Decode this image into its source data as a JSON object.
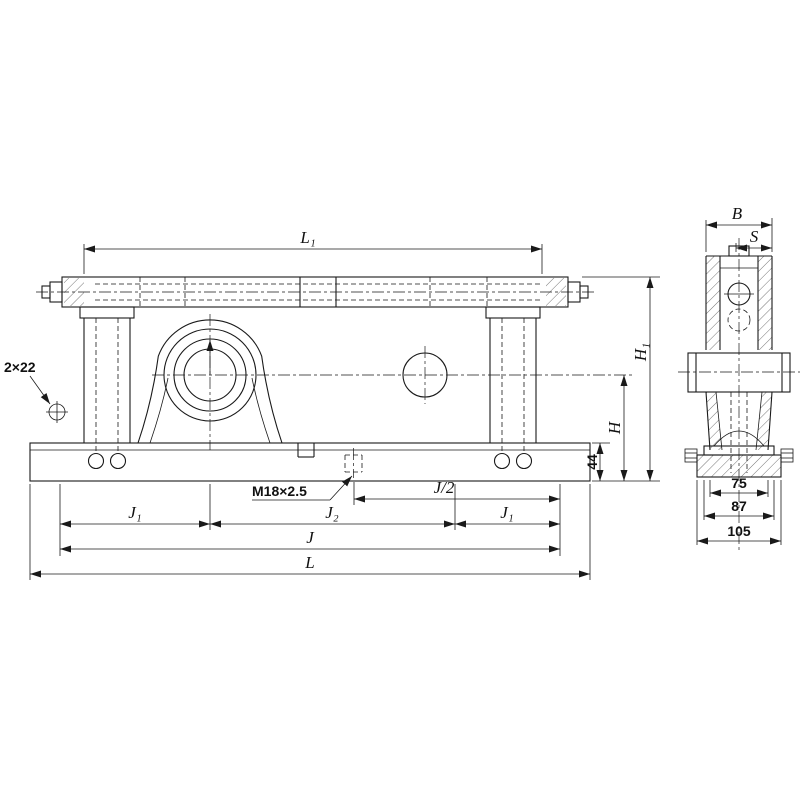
{
  "colors": {
    "line": "#1a1a1a",
    "background": "#ffffff"
  },
  "drawing": {
    "front_view": {
      "labels": {
        "length_top": "L₁",
        "hole_callout": "2×22",
        "thread_callout": "M18×2.5",
        "half_span": "J/2",
        "span_left": "J₁",
        "span_center": "J₂",
        "span_right": "J₁",
        "bolt_span": "J",
        "overall_length": "L",
        "base_height": "44",
        "center_height": "H",
        "total_height": "H₁"
      }
    },
    "side_view": {
      "labels": {
        "width": "B",
        "slot_width": "S",
        "inner_width": "75",
        "mid_width": "87",
        "base_width": "105"
      }
    }
  }
}
